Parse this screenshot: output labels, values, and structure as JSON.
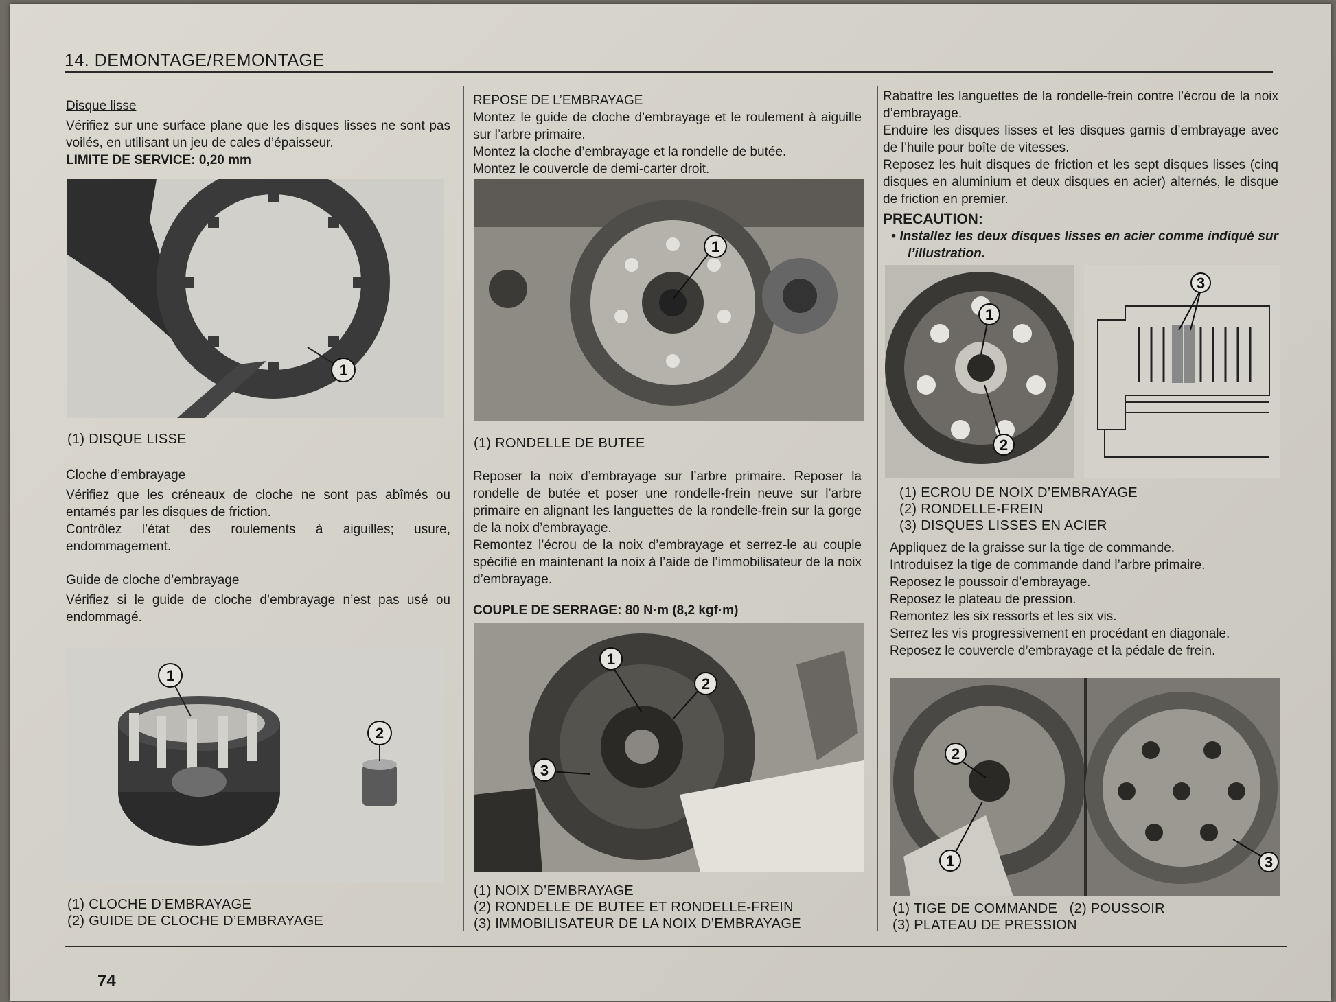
{
  "header": {
    "title": "14. DEMONTAGE/REMONTAGE"
  },
  "page_number": "74",
  "col1": {
    "sec1_title": "Disque lisse",
    "sec1_text": "Vérifiez sur une surface plane que les disques lisses ne sont pas voilés, en utilisant un jeu de cales d’épaisseur.",
    "sec1_limit": "LIMITE DE SERVICE: 0,20 mm",
    "fig1_caption": "(1) DISQUE LISSE",
    "sec2_title": "Cloche d’embrayage",
    "sec2_text1": "Vérifiez que les créneaux de cloche ne sont pas abîmés ou entamés par les disques de friction.",
    "sec2_text2": "Contrôlez l’état des roulements à aiguilles; usure, endommagement.",
    "sec3_title": "Guide de cloche d’embrayage",
    "sec3_text": "Vérifiez si le guide de cloche d’embrayage n’est pas usé ou endommagé.",
    "fig2_caption1": "(1) CLOCHE D’EMBRAYAGE",
    "fig2_caption2": "(2) GUIDE DE CLOCHE D’EMBRAYAGE"
  },
  "col2": {
    "title": "REPOSE DE L’EMBRAYAGE",
    "text1": "Montez le guide de cloche d’embrayage et le roulement à aiguille sur l’arbre primaire.",
    "text2": "Montez la cloche d’embrayage et la rondelle de butée.",
    "text3": "Montez le couvercle de demi-carter droit.",
    "fig3_caption": "(1) RONDELLE DE BUTEE",
    "text4": "Reposer la noix d’embrayage sur l’arbre primaire. Reposer la rondelle de butée et poser une rondelle-frein neuve sur l’arbre primaire en alignant les languettes de la rondelle-frein sur la gorge de la noix d’embrayage.",
    "text5": "Remontez l’écrou de la noix d’embrayage et serrez-le au couple spécifié en maintenant la noix à l’aide de l’immobilisateur de la noix d’embrayage.",
    "torque": "COUPLE DE SERRAGE: 80 N·m (8,2 kgf·m)",
    "fig4_caption1": "(1) NOIX D’EMBRAYAGE",
    "fig4_caption2": "(2) RONDELLE DE BUTEE ET RONDELLE-FREIN",
    "fig4_caption3": "(3) IMMOBILISATEUR DE LA NOIX D’EMBRAYAGE"
  },
  "col3": {
    "text1": "Rabattre les languettes de la rondelle-frein contre l’écrou de la noix d’embrayage.",
    "text2": "Enduire les disques lisses et les disques garnis d’embrayage avec de l’huile pour boîte de vitesses.",
    "text3": "Reposez les huit disques de friction et les sept disques lisses (cinq disques en aluminium et deux disques en acier) alternés, le disque de friction en premier.",
    "caution_title": "PRECAUTION:",
    "caution_item": "•  Installez les deux disques lisses en acier comme indiqué sur l’illustration.",
    "fig5_caption1": "(1) ECROU DE NOIX D’EMBRAYAGE",
    "fig5_caption2": "(2) RONDELLE-FREIN",
    "fig5_caption3": "(3) DISQUES LISSES EN ACIER",
    "text4": "Appliquez de la graisse sur la tige de commande.",
    "text5": "Introduisez la tige de commande dand l’arbre primaire.",
    "text6": "Reposez le poussoir d’embrayage.",
    "text7": "Reposez le plateau de pression.",
    "text8": "Remontez les six ressorts et les six vis.",
    "text9": "Serrez les vis progressivement en procédant en diagonale.",
    "text10": "Reposez le couvercle d’embrayage et la pédale de frein.",
    "fig6_caption1": "(1) TIGE DE COMMANDE   (2) POUSSOIR",
    "fig6_caption2": "(3) PLATEAU DE PRESSION"
  },
  "callouts": {
    "c1": "1",
    "c2": "2",
    "c3": "3"
  }
}
